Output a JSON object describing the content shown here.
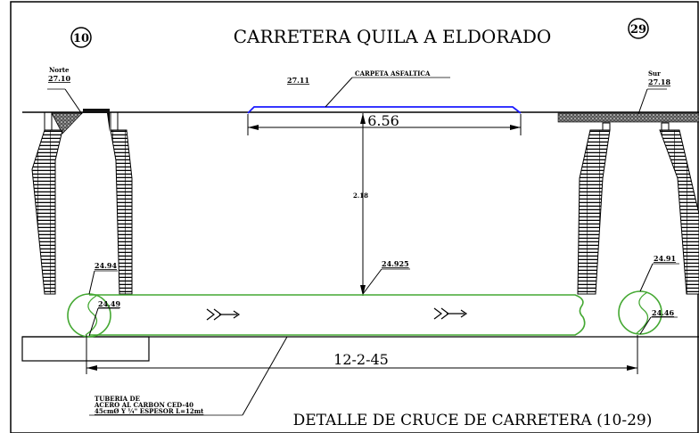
{
  "drawing": {
    "title": "CARRETERA QUILA A ELDORADO",
    "footer_title": "DETALLE DE CRUCE DE CARRETERA (10-29)",
    "manhole_left_id": "10",
    "manhole_right_id": "29",
    "north_label": "Norte",
    "north_elev": "27.10",
    "south_label": "Sur",
    "south_elev": "27.18",
    "asphalt_elev": "27.11",
    "asphalt_label": "CARPETA ASFALTICA",
    "road_width": "6.56",
    "depth": "2.18",
    "pipe_top_mid_elev": "24.925",
    "left_top_elev": "24.94",
    "left_invert_elev": "24.49",
    "right_top_elev": "24.91",
    "right_invert_elev": "24.46",
    "pipe_length": "12-2-45",
    "pipe_note_line1": "TUBERIA DE",
    "pipe_note_line2": "ACERO AL CARBON CED-40",
    "pipe_note_line3": "45cmØ Y ¼\" ESPESOR L=12mt",
    "colors": {
      "line": "#000000",
      "pipe": "#44a832",
      "asphalt": "#1a1aff",
      "background": "#ffffff"
    }
  }
}
